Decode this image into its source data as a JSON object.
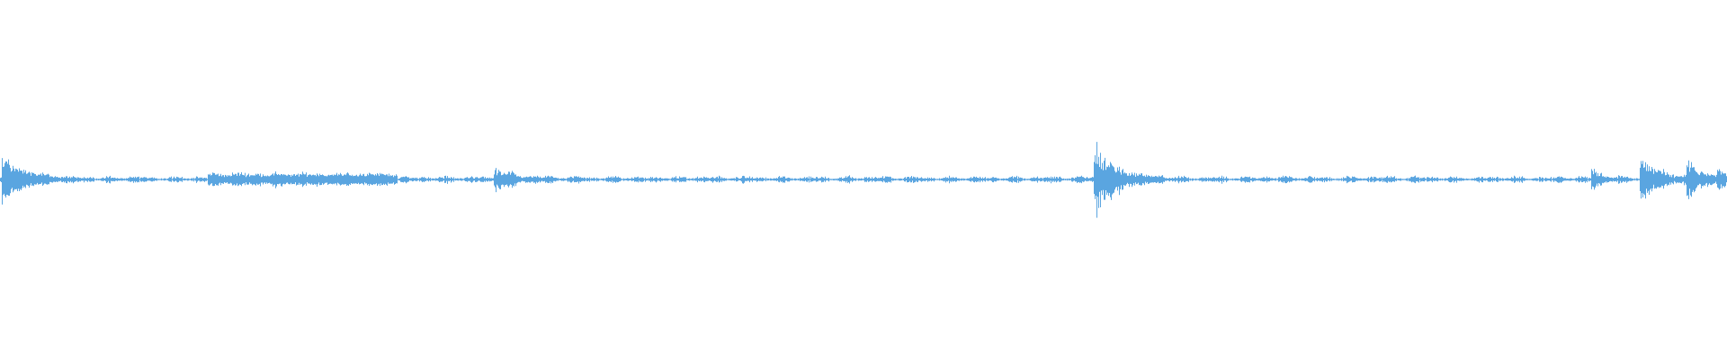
{
  "waveform": {
    "color": "#5aa5e0",
    "background": "#ffffff",
    "duration_fraction_bursts": [
      {
        "at": 0.0015,
        "peak": 0.26,
        "decay": 0.012
      },
      {
        "at": 0.2865,
        "peak": 0.12,
        "decay": 0.01
      },
      {
        "at": 0.634,
        "peak": 0.4,
        "decay": 0.012
      },
      {
        "at": 0.922,
        "peak": 0.1,
        "decay": 0.006
      },
      {
        "at": 0.95,
        "peak": 0.24,
        "decay": 0.01
      },
      {
        "at": 0.977,
        "peak": 0.2,
        "decay": 0.008
      },
      {
        "at": 0.995,
        "peak": 0.1,
        "decay": 0.006
      }
    ],
    "sustained_segments": [
      {
        "start": 0.12,
        "end": 0.23,
        "level": 0.045
      }
    ],
    "noise_floor": 0.012,
    "activity_level": 0.035
  }
}
